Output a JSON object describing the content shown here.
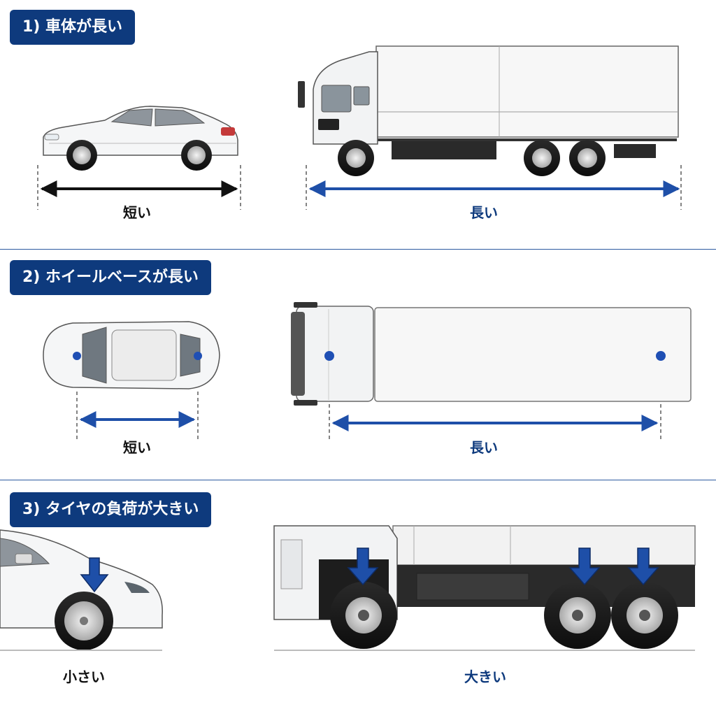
{
  "sections": [
    {
      "badge": "1) 車体が長い",
      "car_label": "短い",
      "truck_label": "長い"
    },
    {
      "badge": "2) ホイールベースが長い",
      "car_label": "短い",
      "truck_label": "長い"
    },
    {
      "badge": "3) タイヤの負荷が大きい",
      "car_label": "小さい",
      "truck_label": "大きい"
    }
  ],
  "colors": {
    "navy": "#0e3a7d",
    "arrow_blue": "#1e4fa8",
    "black": "#111111"
  }
}
